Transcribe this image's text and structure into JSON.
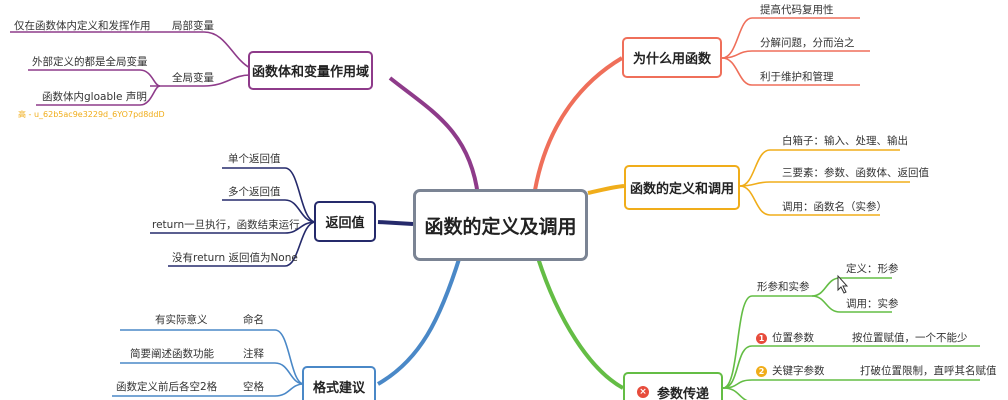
{
  "central": {
    "title": "函数的定义及调用"
  },
  "branches": {
    "scope": {
      "title": "函数体和变量作用域",
      "color": "#8e3b8a",
      "local": {
        "label": "局部变量",
        "items": [
          "仅在函数体内定义和发挥作用"
        ]
      },
      "global": {
        "label": "全局变量",
        "items": [
          "外部定义的都是全局变量",
          "函数体内gloable 声明"
        ]
      }
    },
    "returns": {
      "title": "返回值",
      "color": "#252a6b",
      "items": [
        "单个返回值",
        "多个返回值",
        "return一旦执行，函数结束运行",
        "没有return 返回值为None"
      ]
    },
    "style": {
      "title": "格式建议",
      "color": "#4a88c7",
      "items": [
        {
          "key": "命名",
          "value": "有实际意义"
        },
        {
          "key": "注释",
          "value": "简要阐述函数功能"
        },
        {
          "key": "空格",
          "value": "函数定义前后各空2格"
        }
      ]
    },
    "why": {
      "title": "为什么用函数",
      "color": "#ef6f5a",
      "items": [
        "提高代码复用性",
        "分解问题，分而治之",
        "利于维护和管理"
      ]
    },
    "define": {
      "title": "函数的定义和调用",
      "color": "#f0ad1a",
      "items": [
        "白箱子：输入、处理、输出",
        "三要素：参数、函数体、返回值",
        "调用：函数名（实参）"
      ]
    },
    "params": {
      "title": "参数传递",
      "color": "#64bd45",
      "formal": {
        "label": "形参和实参",
        "items": [
          "定义：形参",
          "调用：实参"
        ]
      },
      "items": [
        {
          "num": "1",
          "label": "位置参数",
          "desc": "按位置赋值，一个不能少",
          "badge_color": "#e74c3c"
        },
        {
          "num": "2",
          "label": "关键字参数",
          "desc": "打破位置限制，直呼其名赋值",
          "badge_color": "#f0ad1a"
        }
      ],
      "title_badge": "×"
    }
  },
  "overlay": {
    "text": "高 - u_62b5ac9e3229d_6YO7pd8ddD"
  }
}
